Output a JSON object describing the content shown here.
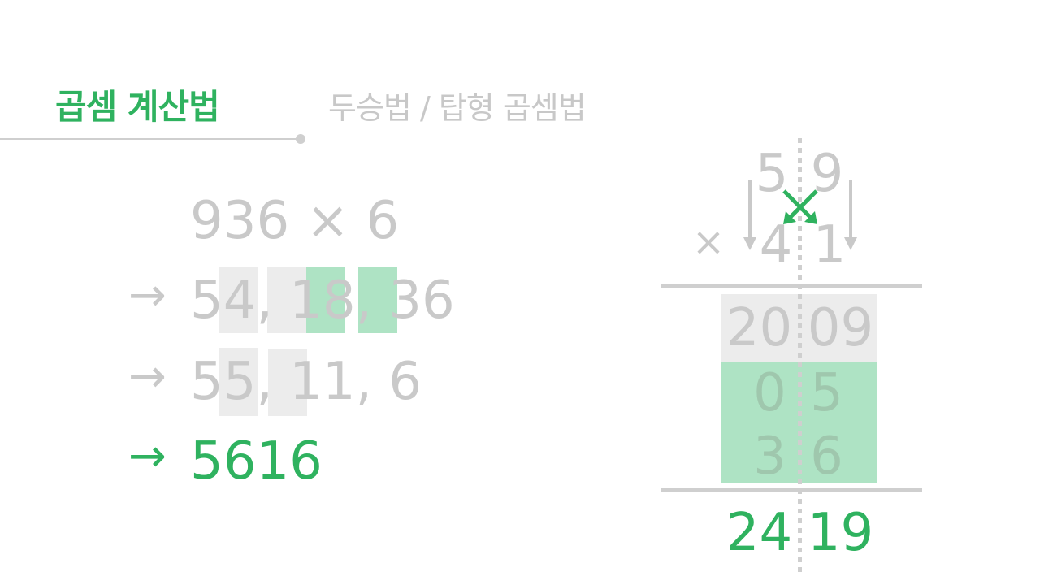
{
  "header": {
    "title": "곱셈 계산법",
    "subtitle": "두승법 / 탑형 곱셈법"
  },
  "example": {
    "problem": "936 × 6",
    "step1": "54, 18, 36",
    "step2": "55, 11, 6",
    "result": "5616",
    "arrow": "→"
  },
  "vertical": {
    "top_digits": [
      "5",
      "9"
    ],
    "times_sign": "×",
    "bottom_digits": [
      "4",
      "1"
    ],
    "row1": [
      "20",
      "09"
    ],
    "row2": [
      "0",
      "5"
    ],
    "row3": [
      "3",
      "6"
    ],
    "answer": [
      "24",
      "19"
    ]
  },
  "colors": {
    "accent": "#2fb25f",
    "muted": "#c9c9c9",
    "highlight_gray": "#ececec",
    "highlight_green": "#aee3c4"
  }
}
